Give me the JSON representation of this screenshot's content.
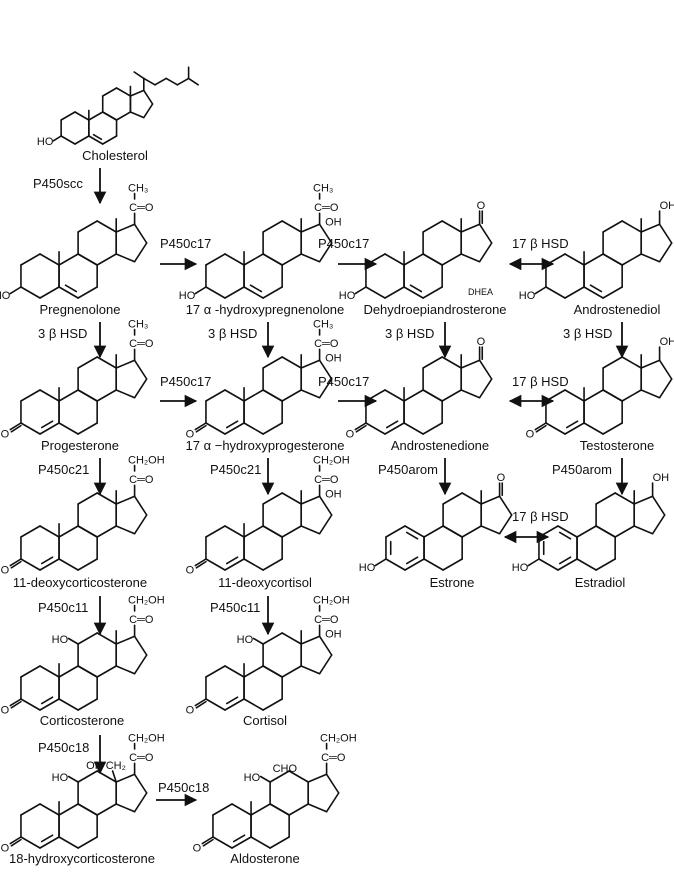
{
  "compounds": {
    "cholesterol": "Cholesterol",
    "pregnenolone": "Pregnenolone",
    "hydroxypregnenolone": "17 α -hydroxypregnenolone",
    "dhea": "Dehydroepiandrosterone",
    "dhea_abbr": "DHEA",
    "androstenediol": "Androstenediol",
    "progesterone": "Progesterone",
    "hydroxyprogesterone": "17 α −hydroxyprogesterone",
    "androstenedione": "Androstenedione",
    "testosterone": "Testosterone",
    "deoxycorticosterone": "11-deoxycorticosterone",
    "deoxycortisol": "11-deoxycortisol",
    "estrone": "Estrone",
    "estradiol": "Estradiol",
    "corticosterone": "Corticosterone",
    "cortisol": "Cortisol",
    "hydroxycorticosterone": "18-hydroxycorticosterone",
    "aldosterone": "Aldosterone"
  },
  "enzymes": {
    "scc": "P450scc",
    "c17": "P450c17",
    "hsd3b": "3 β HSD",
    "hsd17b": "17 β HSD",
    "c21": "P450c21",
    "arom": "P450arom",
    "c11": "P450c11",
    "c18": "P450c18"
  },
  "substituents": {
    "ch3": "CH₃",
    "co": "C═O",
    "oh": "OH",
    "ho": "HO",
    "ch2oh": "CH₂OH",
    "o": "O",
    "cho": "CHO",
    "oh_ch2": "OH  CH₂"
  }
}
